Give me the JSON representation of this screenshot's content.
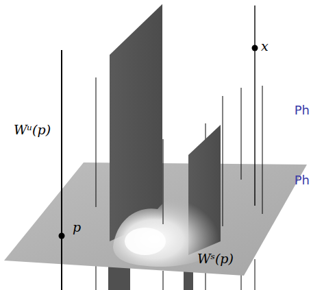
{
  "diagram": {
    "labels": [
      "x",
      "Wᵘ(p)",
      "p",
      "Wˢ(p)",
      "Ph",
      "Ph"
    ]
  }
}
